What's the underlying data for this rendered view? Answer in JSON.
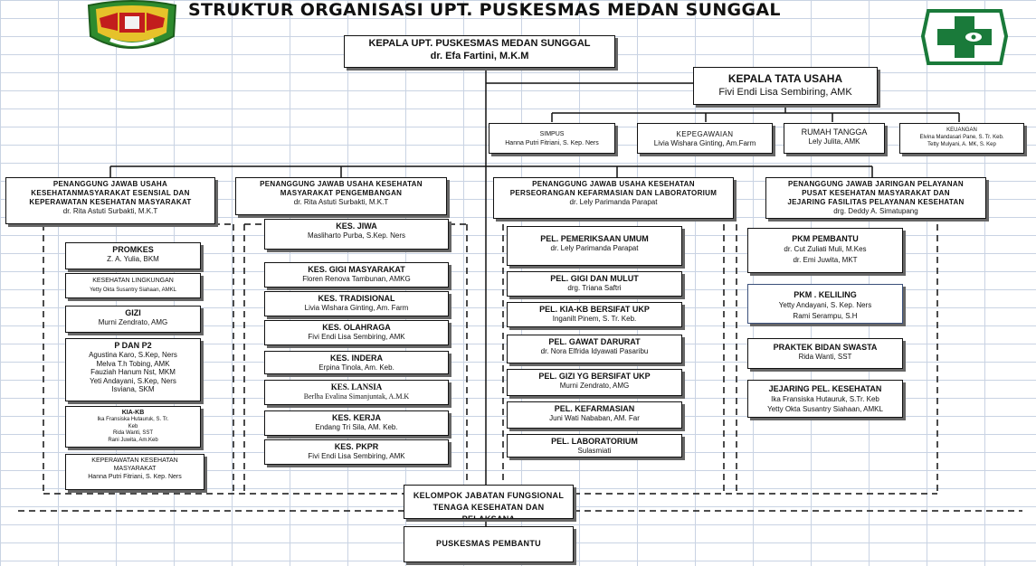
{
  "title": "STRUKTUR ORGANISASI UPT. PUSKESMAS MEDAN SUNGGAL",
  "head": {
    "title": "KEPALA UPT. PUSKESMAS MEDAN SUNGGAL",
    "name": "dr. Efa Fartini, M.K.M"
  },
  "tata_usaha": {
    "title": "KEPALA TATA USAHA",
    "name": "Fivi Endi Lisa Sembiring, AMK"
  },
  "tu_units": [
    {
      "title": "SIMPUS",
      "name": "Hanna Putri Fitriani,  S. Kep. Ners"
    },
    {
      "title": "KEPEGAWAIAN",
      "name": "Livia Wishara Ginting, Am.Farm"
    },
    {
      "title": "RUMAH TANGGA",
      "name": "Lely Julita, AMK"
    },
    {
      "title": "KEUANGAN",
      "name": "Elvina Mandasari  Pane,  S. Tr. Keb.\nTetty Mulyani, A. MK, S. Kep"
    }
  ],
  "departments": [
    {
      "title": "PENANGGUNG  JAWAB USAHA\nKESEHATANMASYARAKAT ESENSIAL DAN\nKEPERAWATAN KESEHATAN MASYARAKAT",
      "name": "dr. Rita Astuti Surbakti, M.K.T"
    },
    {
      "title": "PENANGGUNG  JAWAB USAHA KESEHATAN\nMASYARAKAT PENGEMBANGAN",
      "name": "dr. Rita Astuti Surbakti, M.K.T"
    },
    {
      "title": "PENANGGUNG  JAWAB USAHA KESEHATAN\nPERSEORANGAN KEFARMASIAN  DAN LABORATORIUM",
      "name": "dr. Lely Parimanda Parapat"
    },
    {
      "title": "PENANGGUNG  JAWAB JARINGAN PELAYANAN\nPUSAT KESEHATAN MASYARAKAT DAN\nJEJARING FASILITAS PELAYANAN KESEHATAN",
      "name": "drg. Deddy A. Simatupang"
    }
  ],
  "col1": [
    {
      "title": "PROMKES",
      "name": "Z. A. Yulia, BKM"
    },
    {
      "title": "KESEHATAN  LINGKUNGAN",
      "name": "Yetty Okta Susantry  Siahaan,   AMKL"
    },
    {
      "title": "GIZI",
      "name": "Murni Zendrato, AMG"
    },
    {
      "title": "P DAN P2",
      "name": "Agustina Karo, S.Kep, Ners\nMelva T.h Tobing, AMK\nFauziah Hanum Nst, MKM\nYeti Andayani, S.Kep, Ners\nIsviana, SKM"
    },
    {
      "title": "KIA-KB",
      "name": "Ika Fransiska  Hutauruk,  S. Tr.\nKeb\nRida Wanti, SST\nRani Juwita,  Am.Keb"
    },
    {
      "title": "KEPERAWATAN  KESEHATAN\nMASYARAKAT",
      "name": "Hanna Putri Fitriani, S. Kep. Ners"
    }
  ],
  "col2": [
    {
      "title": "KES. JIWA",
      "name": "Masliharto Purba, S.Kep. Ners"
    },
    {
      "title": "KES. GIGI MASYARAKAT",
      "name": "Floren Renova Tambunan, AMKG"
    },
    {
      "title": "KES. TRADISIONAL",
      "name": "Livia Wishara Ginting, Am. Farm"
    },
    {
      "title": "KES. OLAHRAGA",
      "name": "Fivi Endi Lisa Sembiring, AMK"
    },
    {
      "title": "KES. INDERA",
      "name": "Erpina Tinola, Am. Keb."
    },
    {
      "title": "KES. LANSIA",
      "name": "Berlha Evalina Simanjuntak, A.M.K"
    },
    {
      "title": "KES. KERJA",
      "name": "Endang Tri Sila, AM. Keb."
    },
    {
      "title": "KES. PKPR",
      "name": "Fivi Endi Lisa Sembiring, AMK"
    }
  ],
  "col3": [
    {
      "title": "PEL. PEMERIKSAAN UMUM",
      "name": "dr. Lely Parimanda Parapat"
    },
    {
      "title": "PEL. GIGI DAN MULUT",
      "name": "drg. Triana Saftri"
    },
    {
      "title": "PEL. KIA-KB BERSIFAT UKP",
      "name": "Inganilt Pinem, S. Tr. Keb."
    },
    {
      "title": "PEL. GAWAT DARURAT",
      "name": "dr. Nora Elfrida Idyawati Pasaribu"
    },
    {
      "title": "PEL. GIZI YG BERSIFAT UKP",
      "name": "Murni Zendrato, AMG"
    },
    {
      "title": "PEL. KEFARMASIAN",
      "name": "Juni Wati Nababan, AM. Far"
    },
    {
      "title": "PEL. LABORATORIUM",
      "name": "Sulasmiati"
    }
  ],
  "col4": [
    {
      "title": "PKM PEMBANTU",
      "name": "dr. Cut Zuliati Muli, M.Kes\ndr. Emi Juwita, MKT"
    },
    {
      "title": "PKM . KELILING",
      "name": "Yetty Andayani, S. Kep. Ners\nRami Serampu,  S.H"
    },
    {
      "title": "PRAKTEK BIDAN SWASTA",
      "name": "Rida Wanti, SST"
    },
    {
      "title": "JEJARING PEL. KESEHATAN",
      "name": "Ika Fransiska Hutauruk, S.Tr. Keb\nYetty Okta Susantry Siahaan, AMKL"
    }
  ],
  "fungsional": {
    "title": "KELOMPOK JABATAN FUNGSIONAL\nTENAGA KESEHATAN DAN PELAKSANA"
  },
  "pembantu": {
    "title": "PUSKESMAS PEMBANTU"
  }
}
